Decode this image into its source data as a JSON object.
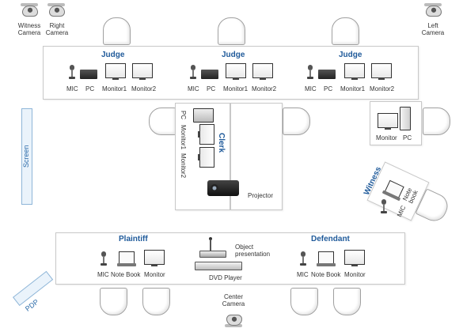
{
  "cameras": {
    "witness": "Witness\nCamera",
    "right": "Right\nCamera",
    "left": "Left\nCamera",
    "center": "Center\nCamera"
  },
  "judge_table": {
    "heading": "Judge",
    "labels": [
      "MIC",
      "PC",
      "Monitor1",
      "Monitor2"
    ]
  },
  "clerk": {
    "heading": "Clerk",
    "labels": [
      "PC",
      "Monitor1",
      "Monitor2"
    ],
    "projector": "Projector"
  },
  "screen": "Screen",
  "pc_station": {
    "labels": [
      "Monitor",
      "PC"
    ]
  },
  "witness": {
    "heading": "Witness",
    "labels": [
      "MIC",
      "Note book"
    ]
  },
  "plaintiff": {
    "heading": "Plaintiff",
    "labels": [
      "MIC",
      "Note Book",
      "Monitor"
    ]
  },
  "defendant": {
    "heading": "Defendant",
    "labels": [
      "MIC",
      "Note Book",
      "Monitor"
    ]
  },
  "center": {
    "object": "Object\npresentation",
    "dvd": "DVD Player"
  },
  "pdp": "PDP",
  "colors": {
    "heading": "#1f5a9a",
    "screen": "#2a6aa8"
  }
}
